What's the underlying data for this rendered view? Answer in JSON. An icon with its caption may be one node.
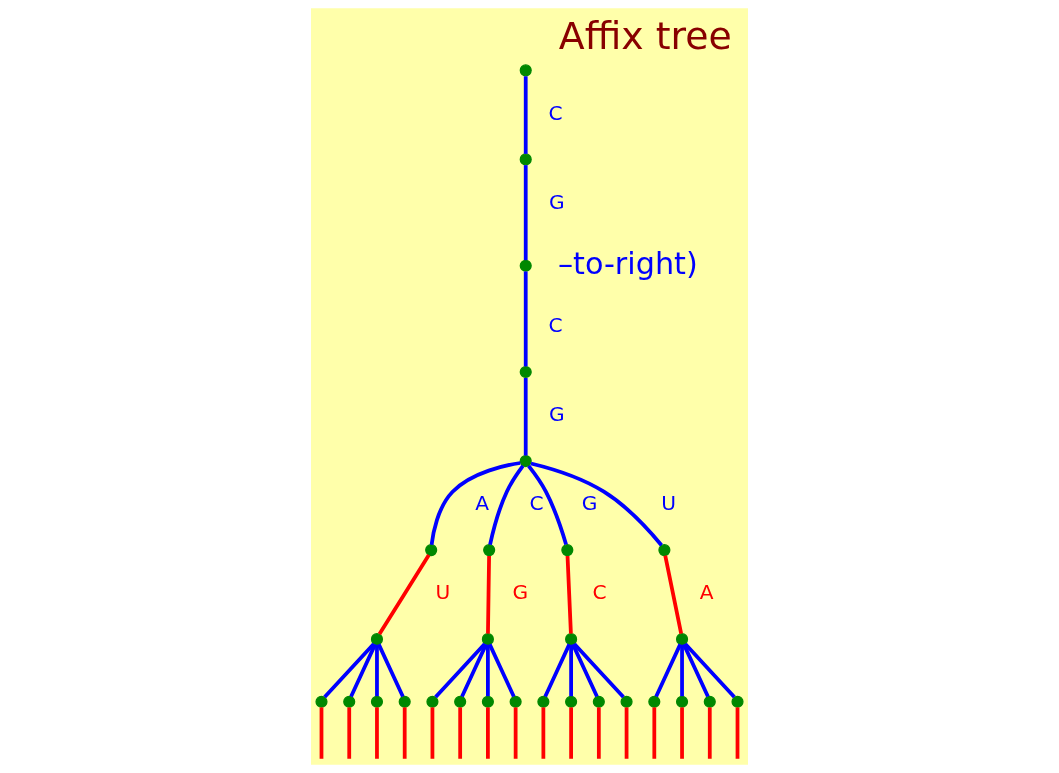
{
  "diagram": {
    "title": "Affix tree",
    "nodes": [
      {
        "text": [],
        "shape": "circle"
      },
      {
        "text": [],
        "shape": "circle"
      },
      {
        "text": [],
        "shape": "circle"
      },
      {
        "text": [],
        "shape": "circle"
      },
      {
        "text": [],
        "shape": "circle"
      },
      {
        "text": [],
        "shape": "circle"
      },
      {
        "text": [],
        "shape": "circle"
      },
      {
        "text": [],
        "shape": "circle"
      },
      {
        "text": [],
        "shape": "circle"
      },
      {
        "text": [],
        "shape": "circle"
      },
      {
        "text": [],
        "shape": "circle"
      },
      {
        "text": [],
        "shape": "circle"
      },
      {
        "text": [],
        "shape": "circle"
      },
      {
        "text": [],
        "shape": "circle"
      },
      {
        "text": [],
        "shape": "circle"
      },
      {
        "text": [],
        "shape": "circle"
      },
      {
        "text": [],
        "shape": "circle"
      },
      {
        "text": [],
        "shape": "circle"
      },
      {
        "text": [],
        "shape": "circle"
      },
      {
        "text": [],
        "shape": "circle"
      },
      {
        "text": [],
        "shape": "circle"
      },
      {
        "text": [],
        "shape": "circle"
      },
      {
        "text": [],
        "shape": "circle"
      },
      {
        "text": [],
        "shape": "circle"
      },
      {
        "text": [],
        "shape": "circle"
      },
      {
        "text": [],
        "shape": "circle"
      },
      {
        "text": [],
        "shape": "circle"
      },
      {
        "text": [],
        "shape": "circle"
      },
      {
        "text": [],
        "shape": "circle"
      }
    ],
    "edges": [
      {
        "from": 0,
        "to": 1,
        "arrow": "none",
        "label": "C"
      },
      {
        "from": 1,
        "to": 2,
        "arrow": "none",
        "label": "G"
      },
      {
        "from": 2,
        "to": 3,
        "arrow": "none",
        "label": "C"
      },
      {
        "from": 3,
        "to": 4,
        "arrow": "none",
        "label": "G"
      },
      {
        "from": 4,
        "to": 5,
        "arrow": "none",
        "label": "A"
      },
      {
        "from": 4,
        "to": 6,
        "arrow": "none",
        "label": "C"
      },
      {
        "from": 4,
        "to": 7,
        "arrow": "none",
        "label": "G"
      },
      {
        "from": 4,
        "to": 8,
        "arrow": "none",
        "label": "U"
      },
      {
        "from": 5,
        "to": 9,
        "arrow": "none",
        "label": "U",
        "color": "#ff0000"
      },
      {
        "from": 6,
        "to": 10,
        "arrow": "none",
        "label": "G",
        "color": "#ff0000"
      },
      {
        "from": 7,
        "to": 11,
        "arrow": "none",
        "label": "C",
        "color": "#ff0000"
      },
      {
        "from": 8,
        "to": 12,
        "arrow": "none",
        "label": "A",
        "color": "#ff0000"
      },
      {
        "from": 9,
        "to": 13,
        "arrow": "none"
      },
      {
        "from": 9,
        "to": 14,
        "arrow": "none"
      },
      {
        "from": 9,
        "to": 15,
        "arrow": "none"
      },
      {
        "from": 9,
        "to": 16,
        "arrow": "none"
      },
      {
        "from": 10,
        "to": 17,
        "arrow": "none"
      },
      {
        "from": 10,
        "to": 18,
        "arrow": "none"
      },
      {
        "from": 10,
        "to": 19,
        "arrow": "none"
      },
      {
        "from": 10,
        "to": 20,
        "arrow": "none"
      },
      {
        "from": 11,
        "to": 21,
        "arrow": "none"
      },
      {
        "from": 11,
        "to": 22,
        "arrow": "none"
      },
      {
        "from": 11,
        "to": 23,
        "arrow": "none"
      },
      {
        "from": 11,
        "to": 24,
        "arrow": "none"
      },
      {
        "from": 12,
        "to": 25,
        "arrow": "none"
      },
      {
        "from": 12,
        "to": 26,
        "arrow": "none"
      },
      {
        "from": 12,
        "to": 27,
        "arrow": "none"
      },
      {
        "from": 12,
        "to": 28,
        "arrow": "none"
      },
      {
        "from": 13,
        "to": null,
        "arrow": "none",
        "color": "#ff0000"
      },
      {
        "from": 14,
        "to": null,
        "arrow": "none",
        "color": "#ff0000"
      },
      {
        "from": 15,
        "to": null,
        "arrow": "none",
        "color": "#ff0000"
      },
      {
        "from": 16,
        "to": null,
        "arrow": "none",
        "color": "#ff0000"
      },
      {
        "from": 17,
        "to": null,
        "arrow": "none",
        "color": "#ff0000"
      },
      {
        "from": 18,
        "to": null,
        "arrow": "none",
        "color": "#ff0000"
      },
      {
        "from": 19,
        "to": null,
        "arrow": "none",
        "color": "#ff0000"
      },
      {
        "from": 20,
        "to": null,
        "arrow": "none",
        "color": "#ff0000"
      },
      {
        "from": 21,
        "to": null,
        "arrow": "none",
        "color": "#ff0000"
      },
      {
        "from": 22,
        "to": null,
        "arrow": "none",
        "color": "#ff0000"
      },
      {
        "from": 23,
        "to": null,
        "arrow": "none",
        "color": "#ff0000"
      },
      {
        "from": 24,
        "to": null,
        "arrow": "none",
        "color": "#ff0000"
      },
      {
        "from": 25,
        "to": null,
        "arrow": "none",
        "color": "#ff0000"
      },
      {
        "from": 26,
        "to": null,
        "arrow": "none",
        "color": "#ff0000"
      },
      {
        "from": 27,
        "to": null,
        "arrow": "none",
        "color": "#ff0000"
      },
      {
        "from": 28,
        "to": null,
        "arrow": "none",
        "color": "#ff0000"
      }
    ],
    "labels": [
      "–to-right)"
    ]
  }
}
